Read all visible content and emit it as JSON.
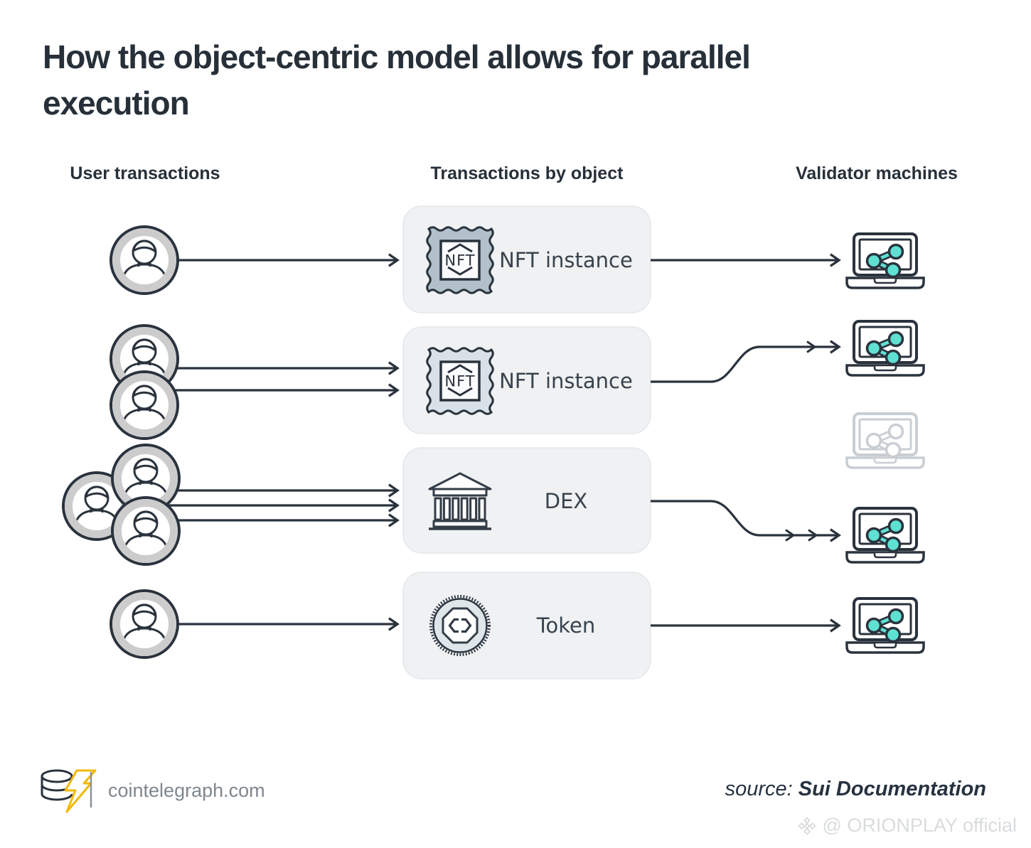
{
  "title": "How the object-centric model allows for parallel\nexecution",
  "columns": {
    "users": "User transactions",
    "objects": "Transactions by object",
    "validators": "Validator machines"
  },
  "objects": [
    {
      "label": "NFT instance",
      "icon": "nft-stamp",
      "icon_text": "NFT"
    },
    {
      "label": "NFT instance",
      "icon": "nft-stamp",
      "icon_text": "NFT"
    },
    {
      "label": "DEX",
      "icon": "bank-building"
    },
    {
      "label": "Token",
      "icon": "coin"
    }
  ],
  "users": [
    {
      "id": "user-1",
      "color": "#7FC9F2",
      "sends_to": "NFT instance"
    },
    {
      "id": "user-2",
      "color": "#F2A71E",
      "sends_to": "NFT instance"
    },
    {
      "id": "user-3",
      "color": "#D795DF",
      "sends_to": "NFT instance"
    },
    {
      "id": "user-4",
      "color": "#B9BEC3",
      "sends_to": "DEX"
    },
    {
      "id": "user-5",
      "color": "#F2A71E",
      "sends_to": "DEX"
    },
    {
      "id": "user-6",
      "color": "#7FC9F2",
      "sends_to": "DEX"
    },
    {
      "id": "user-7",
      "color": "#62E1D3",
      "sends_to": "Token"
    }
  ],
  "validators": [
    {
      "id": "validator-1",
      "active": true
    },
    {
      "id": "validator-2",
      "active": true
    },
    {
      "id": "validator-3",
      "active": false
    },
    {
      "id": "validator-4",
      "active": true
    },
    {
      "id": "validator-5",
      "active": true
    }
  ],
  "colors": {
    "outline": "#2A333D",
    "inactive": "#C9CED3",
    "box_bg": "#EFF1F2",
    "box_border": "#E3E8EB",
    "share_node": "#5FE0D2",
    "stamp_fill_1": "#B2C0CA",
    "stamp_fill_2": "#D8E1E7",
    "coin_fill": "#DEE6EA",
    "accent_yellow": "#F0B90B"
  },
  "footer": {
    "site": "cointelegraph.com",
    "source_prefix": "source:",
    "source_name": "Sui Documentation",
    "watermark": "@ ORIONPLAY official"
  }
}
